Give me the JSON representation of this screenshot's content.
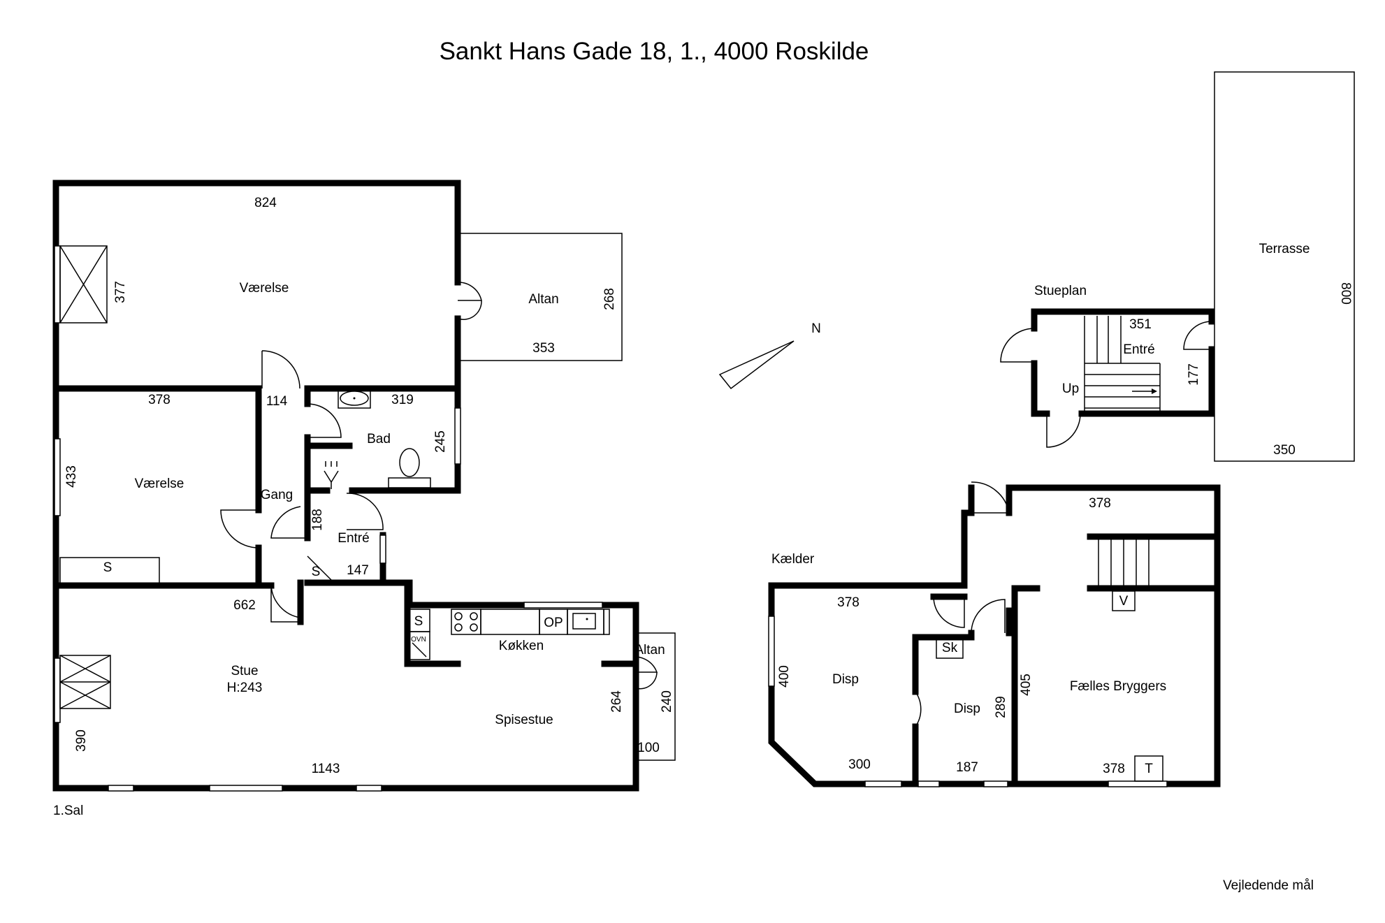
{
  "title": "Sankt Hans Gade 18, 1., 4000 Roskilde",
  "footer_note": "Vejledende mål",
  "compass_label": "N",
  "floors": {
    "first": {
      "name": "1.Sal",
      "rooms": {
        "vaerelse_1": "Værelse",
        "altan_1": "Altan",
        "vaerelse_2": "Værelse",
        "bad": "Bad",
        "gang": "Gang",
        "entre": "Entré",
        "stue": "Stue",
        "stue_height": "H:243",
        "koekken": "Køkken",
        "altan_2": "Altan",
        "spisestue": "Spisestue"
      },
      "fixtures": {
        "skab_vaerelse": "S",
        "skab_entre": "S",
        "skab_koekken": "S",
        "ovn": "OVN",
        "opvask": "OP"
      },
      "dimensions": {
        "vaerelse_1_w": "824",
        "vaerelse_1_h": "377",
        "altan_1_w": "353",
        "altan_1_h": "268",
        "vaerelse_2_w": "378",
        "vaerelse_2_h": "433",
        "gang_w": "114",
        "bad_w": "319",
        "bad_h": "245",
        "entre_h": "188",
        "entre_w": "147",
        "stue_top": "662",
        "stue_h": "390",
        "stue_w": "1143",
        "spisestue_h": "264",
        "altan_2_h": "240",
        "altan_2_w": "100"
      }
    },
    "ground": {
      "name": "Stueplan",
      "rooms": {
        "entre": "Entré",
        "up": "Up",
        "terrasse": "Terrasse"
      },
      "dimensions": {
        "entre_w": "351",
        "entre_h": "177",
        "terrasse_h": "800",
        "terrasse_w": "350"
      }
    },
    "basement": {
      "name": "Kælder",
      "rooms": {
        "disp_1": "Disp",
        "disp_2": "Disp",
        "faelles_bryggers": "Fælles Bryggers"
      },
      "fixtures": {
        "sk": "Sk",
        "v": "V",
        "t": "T"
      },
      "dimensions": {
        "bryggers_top": "378",
        "disp_1_top": "378",
        "disp_1_h": "400",
        "disp_1_bottom": "300",
        "disp_2_bottom": "187",
        "disp_2_h": "289",
        "bryggers_h": "405",
        "bryggers_bottom": "378"
      }
    }
  }
}
